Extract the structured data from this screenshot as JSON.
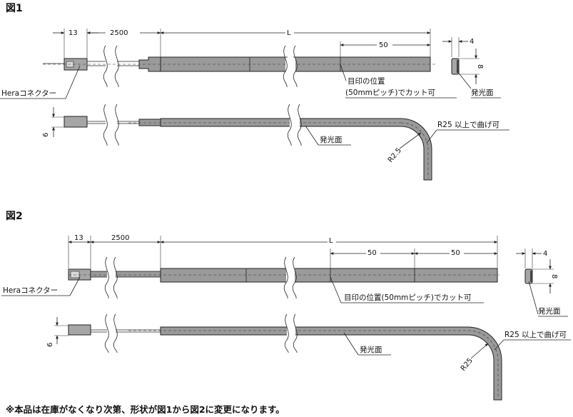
{
  "figure1": {
    "title": "図1",
    "dims": {
      "d13": "13",
      "d2500": "2500",
      "dL": "L",
      "d50": "50",
      "d4": "4",
      "d8": "8",
      "d6": "6",
      "radius": "R2.5"
    },
    "labels": {
      "connector": "Heraコネクター",
      "mark_line1": "目印の位置",
      "mark_line2": "(50mmピッチ)でカット可",
      "emit_face_side": "発光面",
      "emit_face_bottom": "発光面",
      "bend": "R25 以上で曲げ可"
    }
  },
  "figure2": {
    "title": "図2",
    "dims": {
      "d13": "13",
      "d2500": "2500",
      "dL": "L",
      "d50a": "50",
      "d50b": "50",
      "d4": "4",
      "d8": "8",
      "d6": "6",
      "radius": "R25"
    },
    "labels": {
      "connector": "Heraコネクター",
      "mark": "目印の位置(50mmピッチ)でカット可",
      "emit_face_side": "発光面",
      "emit_face_bottom": "発光面",
      "bend": "R25 以上で曲げ可"
    }
  },
  "footnote": "※本品は在庫がなくなり次第、形状が図1から図2に変更になります。",
  "colors": {
    "strip": "#9a9a9a",
    "line": "#222222",
    "background": "#ffffff"
  }
}
